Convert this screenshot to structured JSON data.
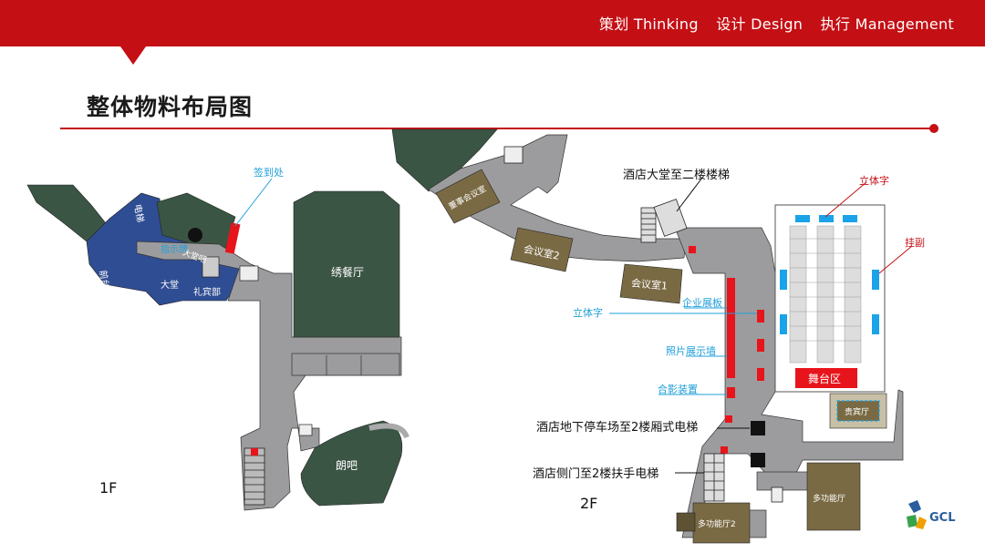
{
  "header": {
    "tagline": [
      "策划 Thinking",
      "设计 Design",
      "执行 Management"
    ],
    "accent": "#c40f14"
  },
  "page_title": "整体物料布局图",
  "floor_1": {
    "label": "1F",
    "rooms": {
      "lift": "电梯",
      "front_desk": "前台",
      "lobby": "大堂",
      "concierge": "礼宾部",
      "lobby_lounge": "大堂吧",
      "dining_hall": "绣餐厅",
      "bar": "朗吧"
    },
    "annotations": {
      "checkin": "签到处",
      "signage": "指示牌"
    }
  },
  "floor_2": {
    "label": "2F",
    "rooms": {
      "board_room": "董事会议室",
      "meeting_2": "会议室2",
      "meeting_1": "会议室1",
      "stage": "舞台区",
      "vip": "贵宾厅",
      "function_1": "多功能厅",
      "function_2": "多功能厅2"
    },
    "annotations": {
      "lobby_stairs": "酒店大堂至二楼楼梯",
      "lift_to_2f": "酒店地下停车场至2楼厢式电梯",
      "escalator": "酒店侧门至2楼扶手电梯",
      "letters_top": "立体字",
      "letters_left": "立体字",
      "banner": "挂副",
      "company_board": "企业展板",
      "photo_wall": "照片展示墙",
      "photo_device": "合影装置"
    }
  },
  "logo": {
    "text": "GCL",
    "icon": "gcl-logo-icon"
  },
  "colors": {
    "corridor": "#9c9c9e",
    "green_room": "#3b5545",
    "blue_lobby": "#2f4d93",
    "brown_room": "#7a6a44",
    "material_red": "#e8141b",
    "material_blue": "#1aa3e8",
    "callout_blue": "#1f9fd8"
  }
}
